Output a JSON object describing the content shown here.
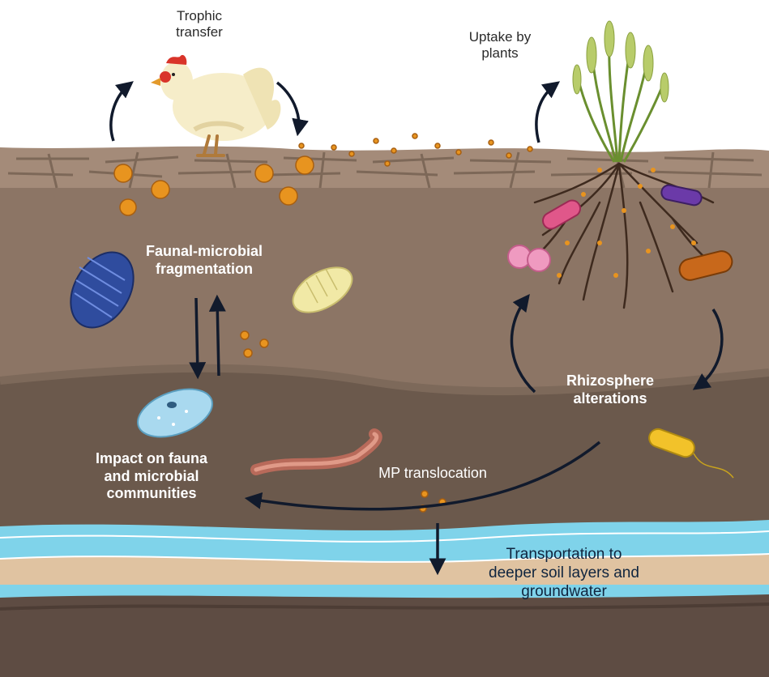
{
  "labels": {
    "trophic_transfer": [
      "Trophic",
      "transfer"
    ],
    "uptake_by_plants": [
      "Uptake by",
      "plants"
    ],
    "faunal_microbial": [
      "Faunal-microbial",
      "fragmentation"
    ],
    "rhizosphere": [
      "Rhizosphere",
      "alterations"
    ],
    "impact": [
      "Impact on fauna",
      "and microbial",
      "communities"
    ],
    "mp_translocation": "MP translocation",
    "transportation": [
      "Transportation to",
      "deeper soil layers and",
      "groundwater"
    ]
  },
  "colors": {
    "surface_soil": "#8a7564",
    "crust": "#a48b79",
    "upper_soil": "#8c7565",
    "middle_soil": "#6b594c",
    "water": "#7fd3ea",
    "sand": "#e0c3a1",
    "deep_soil": "#5e4c43",
    "microplastic": "#e8941f",
    "arrow": "#111a2c"
  },
  "icons": [
    "chicken-icon",
    "wheat-plant-icon",
    "woodlouse-icon",
    "larva-icon",
    "protozoa-icon",
    "earthworm-icon",
    "bacteria-icon"
  ]
}
